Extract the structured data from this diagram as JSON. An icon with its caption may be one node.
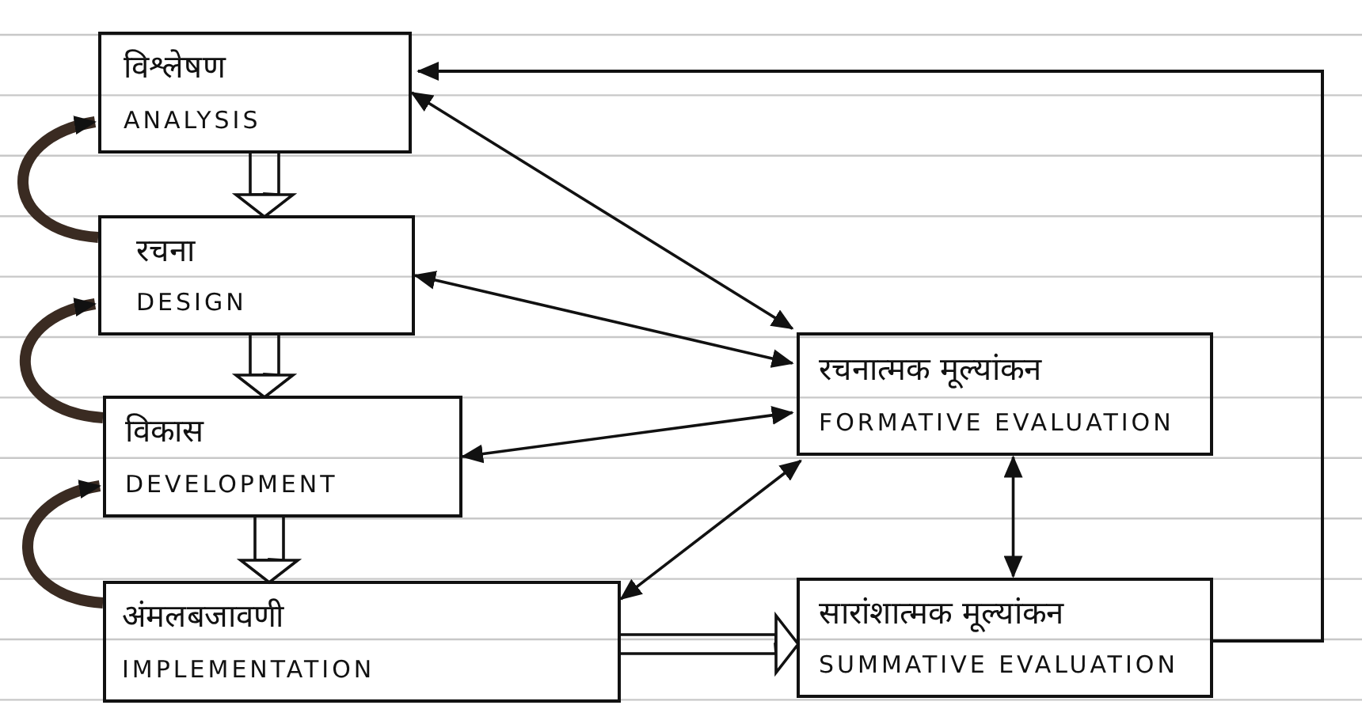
{
  "diagram": {
    "nodes": [
      {
        "text": [
          "विश्लेषण",
          "ANALYSIS"
        ]
      },
      {
        "text": [
          "रचना",
          "DESIGN"
        ]
      },
      {
        "text": [
          "विकास",
          "DEVELOPMENT"
        ]
      },
      {
        "text": [
          "अंमलबजावणी",
          "IMPLEMENTATION"
        ]
      },
      {
        "text": [
          "रचनात्मक मूल्यांकन",
          "FORMATIVE EVALUATION"
        ]
      },
      {
        "text": [
          "सारांशात्मक मूल्यांकन",
          "SUMMATIVE EVALUATION"
        ]
      }
    ],
    "edges": [
      {
        "from": 0,
        "to": 1,
        "arrow": "to"
      },
      {
        "from": 1,
        "to": 0,
        "arrow": "to",
        "style": "thick"
      },
      {
        "from": 1,
        "to": 2,
        "arrow": "to"
      },
      {
        "from": 2,
        "to": 1,
        "arrow": "to",
        "style": "thick"
      },
      {
        "from": 2,
        "to": 3,
        "arrow": "to"
      },
      {
        "from": 3,
        "to": 2,
        "arrow": "to",
        "style": "thick"
      },
      {
        "from": 3,
        "to": 5,
        "arrow": "to"
      },
      {
        "from": 0,
        "to": 4,
        "arrow": "both"
      },
      {
        "from": 1,
        "to": 4,
        "arrow": "both"
      },
      {
        "from": 2,
        "to": 4,
        "arrow": "both"
      },
      {
        "from": 3,
        "to": 4,
        "arrow": "both"
      },
      {
        "from": 4,
        "to": 5,
        "arrow": "both"
      },
      {
        "from": 5,
        "to": 0,
        "arrow": "to"
      }
    ]
  }
}
